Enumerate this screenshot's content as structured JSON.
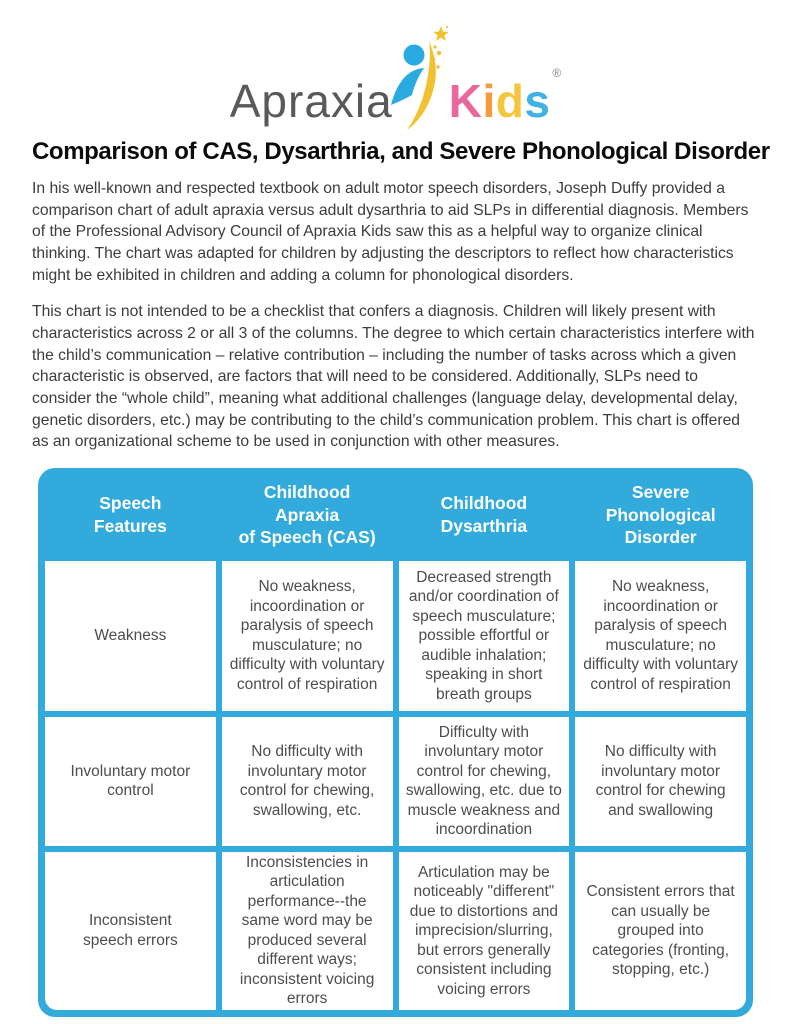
{
  "logo": {
    "apraxia": "Apraxia",
    "kids": [
      "K",
      "i",
      "d",
      "s"
    ],
    "registered": "®",
    "colors": {
      "apraxia_gray": "#58595b",
      "k_pink": "#e8689b",
      "i_orange": "#f6993f",
      "d_yellow": "#f4c53d",
      "s_blue": "#41b2e4",
      "figure_blue": "#29abe2",
      "figure_yellow": "#f0c22f"
    }
  },
  "title": "Comparison of CAS, Dysarthria, and Severe Phonological Disorder",
  "paragraphs": {
    "intro": "In his well-known and respected textbook on adult motor speech disorders, Joseph Duffy provided a comparison chart of adult apraxia versus adult dysarthria to aid SLPs in differential diagnosis. Members of the Professional Advisory Council of Apraxia Kids saw this as a helpful way to organize clinical thinking. The chart was adapted for children by adjusting the descriptors to reflect how characteristics might be exhibited in children and adding a column for phonological disorders.",
    "note": "This chart is not intended to be a checklist that confers a diagnosis. Children will likely present with characteristics across 2 or all 3 of the columns. The degree to which certain characteristics interfere with the child’s communication – relative contribution – including the number of tasks across which a given characteristic is observed, are factors that will need to be considered. Additionally, SLPs need to consider the “whole child”, meaning what additional challenges (language delay, developmental delay, genetic disorders, etc.) may be contributing to the child’s communication problem. This chart is offered as an organizational scheme to be used in conjunction with other measures."
  },
  "table": {
    "accent_blue": "#32aadc",
    "headers": [
      "Speech\nFeatures",
      "Childhood\nApraxia\nof Speech (CAS)",
      "Childhood\nDysarthria",
      "Severe\nPhonological\nDisorder"
    ],
    "rows": [
      [
        "Weakness",
        "No weakness, incoordination or paralysis of speech musculature; no difficulty with voluntary control of respiration",
        "Decreased strength and/or coordination of speech musculature; possible effortful or audible inhalation; speaking in short breath groups",
        "No weakness, incoordination or paralysis of speech musculature; no difficulty with voluntary control of respiration"
      ],
      [
        "Involuntary motor\ncontrol",
        "No difficulty with involuntary motor control for chewing, swallowing, etc.",
        "Difficulty with involuntary motor control for chewing, swallowing, etc. due to muscle weakness and incoordination",
        "No difficulty with involuntary motor control for chewing and swallowing"
      ],
      [
        "Inconsistent\nspeech errors",
        "Inconsistencies in articulation performance--the same word may be produced several different ways; inconsistent voicing errors",
        "Articulation may be noticeably \"different\" due to distortions and imprecision/slurring, but errors generally consistent including voicing errors",
        "Consistent errors that can usually be grouped into categories (fronting, stopping, etc.)"
      ]
    ]
  }
}
